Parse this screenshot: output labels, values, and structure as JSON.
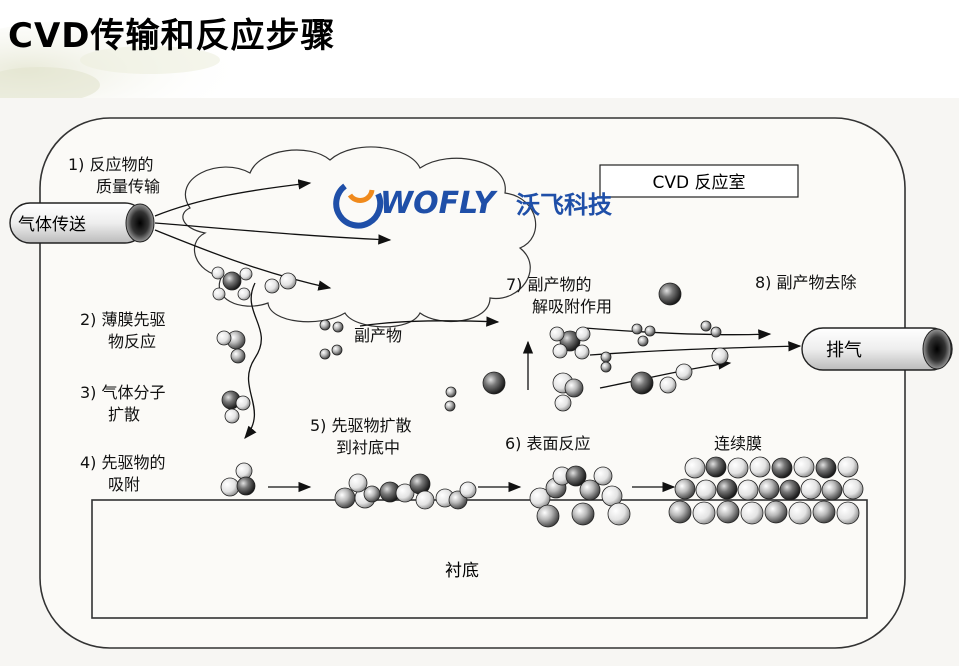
{
  "title": "CVD传输和反应步骤",
  "watermark": {
    "brand": "WOFLY",
    "cn": "沃飞科技"
  },
  "diagram": {
    "chamber_label": "CVD 反应室",
    "gas_inlet": "气体传送",
    "exhaust": "排气",
    "step1_line1": "1)  反应物的",
    "step1_line2": "质量传输",
    "step2_line1": "2)  薄膜先驱",
    "step2_line2": "物反应",
    "step3_line1": "3)  气体分子",
    "step3_line2": "扩散",
    "step4_line1": "4)  先驱物的",
    "step4_line2": "吸附",
    "step5_line1": "5)  先驱物扩散",
    "step5_line2": "到衬底中",
    "step6": "6)  表面反应",
    "step7_line1": "7)  副产物的",
    "step7_line2": "解吸附作用",
    "step8": "8)  副产物去除",
    "byproduct": "副产物",
    "continuous_film": "连续膜",
    "substrate": "衬底"
  },
  "colors": {
    "brand_blue": "#1f4fa8",
    "brand_orange": "#f08a1c"
  }
}
